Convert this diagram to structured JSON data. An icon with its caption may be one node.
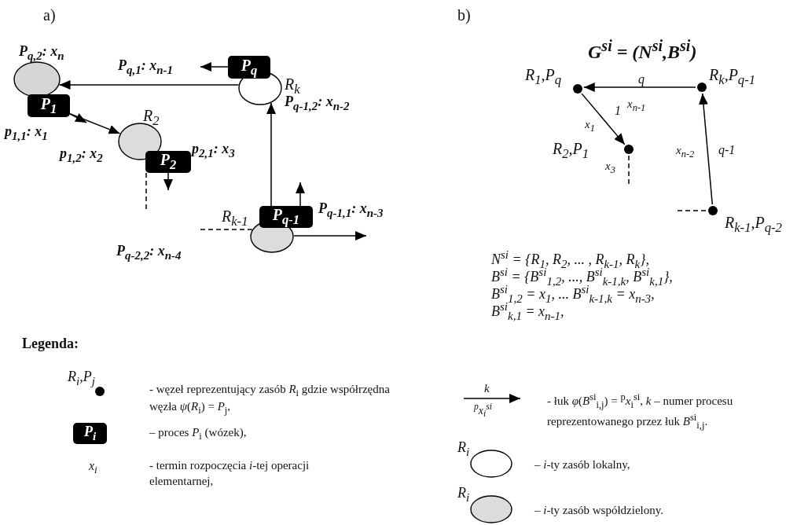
{
  "diagram": {
    "nodes": [
      {
        "text": [],
        "shape": "ellipse"
      },
      {
        "text": [
          "P$_{1}$"
        ]
      },
      {
        "text": [
          "P$_{q}$"
        ]
      },
      {
        "text": [],
        "shape": "ellipse",
        "beside": [
          "R$_{k}$"
        ]
      },
      {
        "text": [],
        "shape": "ellipse",
        "beside": [
          "R$_{2}$"
        ]
      },
      {
        "text": [
          "P$_{2}$"
        ]
      },
      {
        "text": [
          "P$_{q-1}$"
        ]
      },
      {
        "text": [],
        "shape": "ellipse",
        "beside": [
          "R$_{k-1}$"
        ]
      },
      {
        "text": [],
        "shape": "circle",
        "beside": [
          "R$_{1}$,P$_{q}$"
        ]
      },
      {
        "text": [],
        "shape": "circle",
        "beside": [
          "R$_{k}$,P$_{q-1}$"
        ]
      },
      {
        "text": [],
        "shape": "circle",
        "beside": [
          "R$_{2}$,P$_{1}$"
        ]
      },
      {
        "text": [],
        "shape": "circle",
        "beside": [
          "R$_{k-1}$,P$_{q-2}$"
        ]
      }
    ],
    "edges": [
      {
        "from": 2,
        "to": null,
        "arrow": "to"
      },
      {
        "from": 3,
        "to": 0,
        "arrow": "to"
      },
      {
        "from": 1,
        "to": 4,
        "arrow": "to"
      },
      {
        "from": 1,
        "to": null,
        "arrow": "to"
      },
      {
        "from": 5,
        "to": null,
        "arrow": "to"
      },
      {
        "from": 5,
        "to": null,
        "arrow": "none",
        "style": "dashed"
      },
      {
        "from": 6,
        "to": 3,
        "arrow": "to"
      },
      {
        "from": 6,
        "to": null,
        "arrow": "to"
      },
      {
        "from": 7,
        "to": null,
        "arrow": "to"
      },
      {
        "from": null,
        "to": 7,
        "arrow": "none",
        "style": "dashed"
      },
      {
        "from": 9,
        "to": 8,
        "arrow": "to",
        "label": "q"
      },
      {
        "from": 8,
        "to": 10,
        "arrow": "to",
        "label": "1"
      },
      {
        "from": 11,
        "to": 9,
        "arrow": "to",
        "label": "q-1"
      },
      {
        "from": 10,
        "to": null,
        "arrow": "none",
        "style": "dashed"
      },
      {
        "from": null,
        "to": 11,
        "arrow": "none",
        "style": "dashed"
      }
    ],
    "labels": [
      "a)",
      "b)",
      "P$_{q,2}$: x$_{n}$",
      "P$_{q,1}$: x$_{n-1}$",
      "G$^{si}$ = (N$^{si}$,B$^{si}$)",
      "P$_{q-1,2}$: x$_{n-2}$",
      "x$_{n-1}$",
      "x$_{1}$",
      "p$_{1,1}$: x$_{1}$",
      "p$_{1,2}$: x$_{2}$",
      "p$_{2,1}$: x$_{3}$",
      "x$_{n-2}$",
      "x$_{3}$",
      "P$_{q-1,1}$: x$_{n-3}$",
      "P$_{q-2,2}$: x$_{n-4}$",
      "N$^{si}$ = {R$_{1}$, R$_{2}$, ... , R$_{k-1}$, R$_{k}$},",
      "B$^{si}$ = {B$^{si}$$_{1,2}$, ..., B$^{si}$$_{k-1,k}$, B$^{si}$$_{k,1}$},",
      "B$^{si}$$_{1,2}$ = x$_{1}$, ... B$^{si}$$_{k-1,k}$ = x$_{n-3}$,",
      "B$^{si}$$_{k,1}$ = x$_{n-1}$,",
      "Legenda:",
      "R$_{i}$,P$_{j}$",
      "P$_{i}$",
      "x$_{i}$",
      "k",
      "$^{p}$x$_{i}$$^{si}$",
      "R$_{i}$",
      "R$_{i}$"
    ],
    "legend": [
      {
        "text": "- węzeł reprezentujący zasób *R*$_{i}$ gdzie współrzędna węzła *ψ*(*R*$_{i}$) = *P*$_{j}$,"
      },
      {
        "text": "– proces *P*$_{i}$ (wózek),"
      },
      {
        "text": "- termin rozpoczęcia *i*-tej operacji elementarnej,"
      },
      {
        "text": "- łuk *φ*(*B*$^{si}$$_{i,j}$) = $^{p}$*x*$_{i}$$^{si}$, *k* – numer procesu reprezentowanego przez łuk *B*$^{si}$$_{i,j}$."
      },
      {
        "text": "– *i*-ty zasób lokalny,"
      },
      {
        "text": "– *i*-ty zasób współdzielony."
      }
    ]
  }
}
